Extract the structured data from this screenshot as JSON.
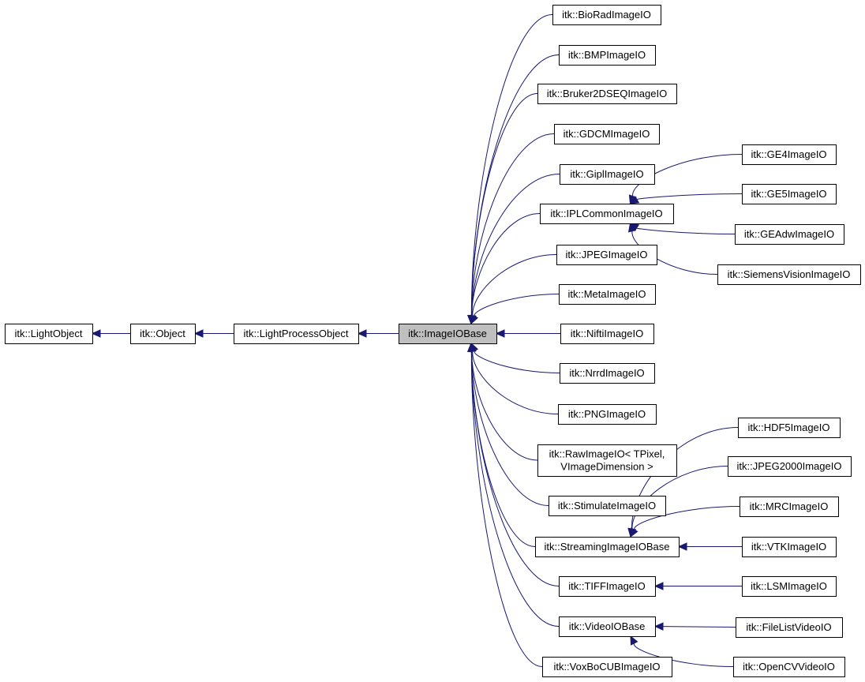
{
  "nodes": {
    "lightobject": [
      "itk::LightObject"
    ],
    "object": [
      "itk::Object"
    ],
    "lightprocessobject": [
      "itk::LightProcessObject"
    ],
    "imageiobase": [
      "itk::ImageIOBase"
    ],
    "bioradimageio": [
      "itk::BioRadImageIO"
    ],
    "bmpimageio": [
      "itk::BMPImageIO"
    ],
    "bruker2dseqimageio": [
      "itk::Bruker2DSEQImageIO"
    ],
    "gdcmimageio": [
      "itk::GDCMImageIO"
    ],
    "giplimageio": [
      "itk::GiplImageIO"
    ],
    "iplcommonimageio": [
      "itk::IPLCommonImageIO"
    ],
    "jpegimageio": [
      "itk::JPEGImageIO"
    ],
    "metaimageio": [
      "itk::MetaImageIO"
    ],
    "niftiimageio": [
      "itk::NiftiImageIO"
    ],
    "nrrdimageio": [
      "itk::NrrdImageIO"
    ],
    "pngimageio": [
      "itk::PNGImageIO"
    ],
    "rawimageio": [
      "itk::RawImageIO< TPixel,",
      "VImageDimension >"
    ],
    "stimulateimageio": [
      "itk::StimulateImageIO"
    ],
    "streamingimageiobase": [
      "itk::StreamingImageIOBase"
    ],
    "tiffimageio": [
      "itk::TIFFImageIO"
    ],
    "videoiobase": [
      "itk::VideoIOBase"
    ],
    "voxbocubimageio": [
      "itk::VoxBoCUBImageIO"
    ],
    "ge4imageio": [
      "itk::GE4ImageIO"
    ],
    "ge5imageio": [
      "itk::GE5ImageIO"
    ],
    "geadwimageio": [
      "itk::GEAdwImageIO"
    ],
    "siemensvisionimageio": [
      "itk::SiemensVisionImageIO"
    ],
    "hdf5imageio": [
      "itk::HDF5ImageIO"
    ],
    "jpeg2000imageio": [
      "itk::JPEG2000ImageIO"
    ],
    "mrcimageio": [
      "itk::MRCImageIO"
    ],
    "vtkimageio": [
      "itk::VTKImageIO"
    ],
    "lsmimageio": [
      "itk::LSMImageIO"
    ],
    "filelistvideoio": [
      "itk::FileListVideoIO"
    ],
    "opencvvideoio": [
      "itk::OpenCVVideoIO"
    ]
  },
  "highlighted_node": "imageiobase",
  "edges": [
    {
      "from": "object",
      "to": "lightobject"
    },
    {
      "from": "lightprocessobject",
      "to": "object"
    },
    {
      "from": "imageiobase",
      "to": "lightprocessobject"
    },
    {
      "from": "bioradimageio",
      "to": "imageiobase"
    },
    {
      "from": "bmpimageio",
      "to": "imageiobase"
    },
    {
      "from": "bruker2dseqimageio",
      "to": "imageiobase"
    },
    {
      "from": "gdcmimageio",
      "to": "imageiobase"
    },
    {
      "from": "giplimageio",
      "to": "imageiobase"
    },
    {
      "from": "iplcommonimageio",
      "to": "imageiobase"
    },
    {
      "from": "jpegimageio",
      "to": "imageiobase"
    },
    {
      "from": "metaimageio",
      "to": "imageiobase"
    },
    {
      "from": "niftiimageio",
      "to": "imageiobase"
    },
    {
      "from": "nrrdimageio",
      "to": "imageiobase"
    },
    {
      "from": "pngimageio",
      "to": "imageiobase"
    },
    {
      "from": "rawimageio",
      "to": "imageiobase"
    },
    {
      "from": "stimulateimageio",
      "to": "imageiobase"
    },
    {
      "from": "streamingimageiobase",
      "to": "imageiobase"
    },
    {
      "from": "tiffimageio",
      "to": "imageiobase"
    },
    {
      "from": "videoiobase",
      "to": "imageiobase"
    },
    {
      "from": "voxbocubimageio",
      "to": "imageiobase"
    },
    {
      "from": "ge4imageio",
      "to": "iplcommonimageio"
    },
    {
      "from": "ge5imageio",
      "to": "iplcommonimageio"
    },
    {
      "from": "geadwimageio",
      "to": "iplcommonimageio"
    },
    {
      "from": "siemensvisionimageio",
      "to": "iplcommonimageio"
    },
    {
      "from": "hdf5imageio",
      "to": "streamingimageiobase"
    },
    {
      "from": "jpeg2000imageio",
      "to": "streamingimageiobase"
    },
    {
      "from": "mrcimageio",
      "to": "streamingimageiobase"
    },
    {
      "from": "vtkimageio",
      "to": "streamingimageiobase"
    },
    {
      "from": "lsmimageio",
      "to": "tiffimageio"
    },
    {
      "from": "filelistvideoio",
      "to": "videoiobase"
    },
    {
      "from": "opencvvideoio",
      "to": "videoiobase"
    }
  ],
  "colors": {
    "edge": "#191970",
    "node_border": "#000000",
    "node_fill": "#ffffff",
    "highlight_fill": "#bfbfbf"
  }
}
